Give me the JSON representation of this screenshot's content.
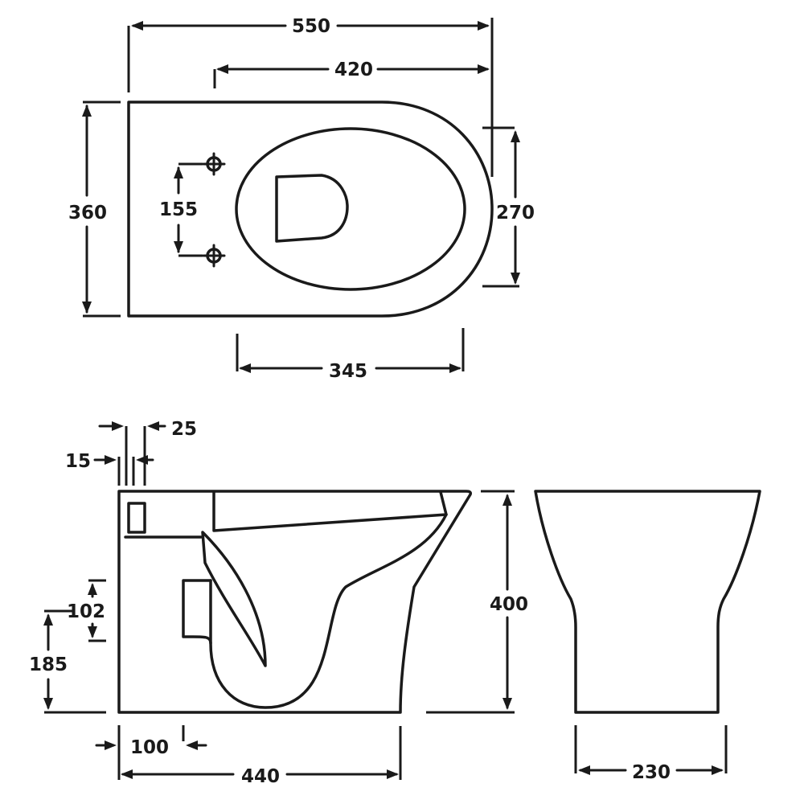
{
  "drawing": {
    "top_view": {
      "overall_length": "550",
      "pan_length": "420",
      "overall_width": "360",
      "rim_width": "270",
      "fixing_spacing": "155",
      "bowl_length": "345"
    },
    "side_view": {
      "pipe_offset_outer": "25",
      "pipe_offset_inner": "15",
      "height": "400",
      "outlet_size": "102",
      "outlet_height": "185",
      "outlet_setback": "100",
      "base_length": "440"
    },
    "end_view": {
      "base_width": "230"
    }
  }
}
